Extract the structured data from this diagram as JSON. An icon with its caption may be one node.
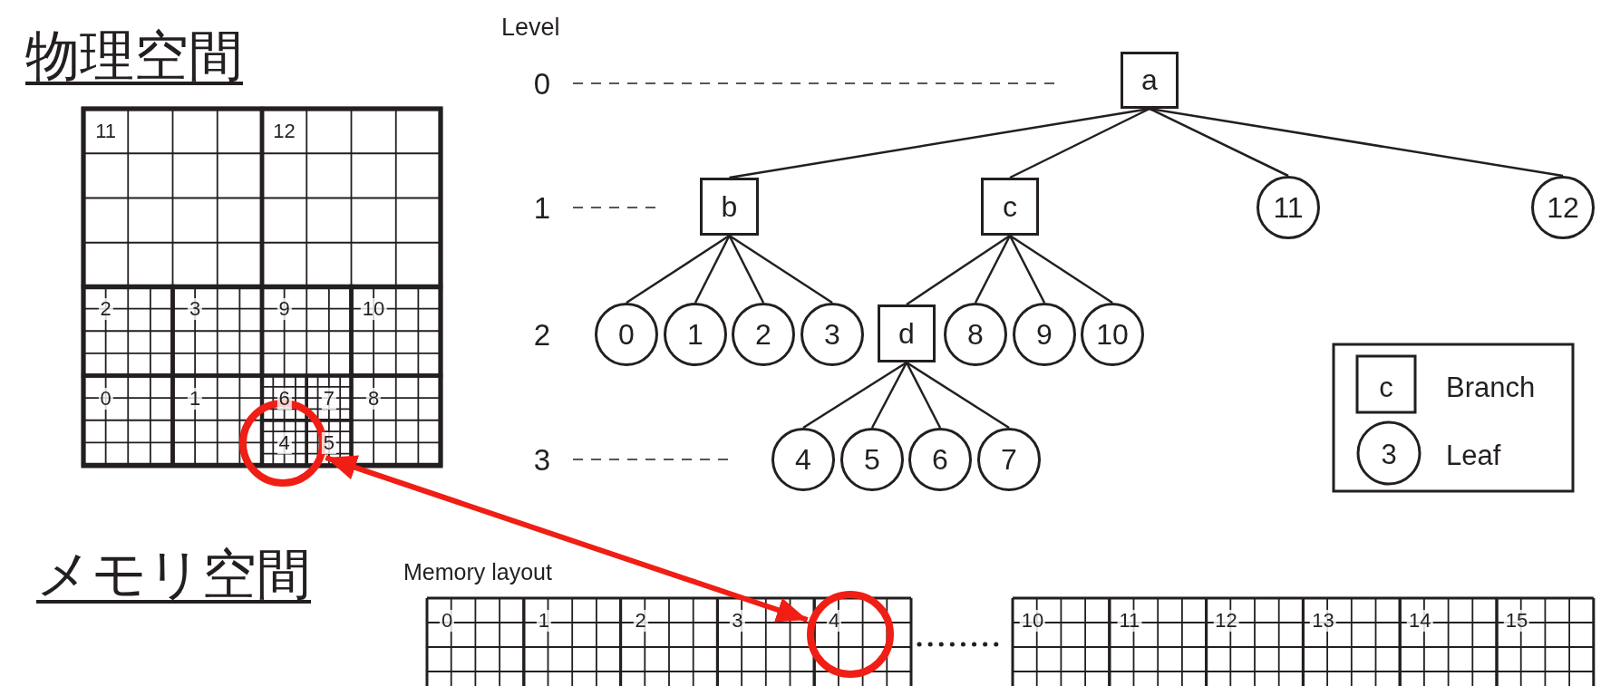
{
  "diagram": {
    "nodes": [
      {
        "text": [
          "a"
        ]
      },
      {
        "text": [
          "b"
        ]
      },
      {
        "text": [
          "c"
        ]
      },
      {
        "text": [
          "11"
        ]
      },
      {
        "text": [
          "12"
        ]
      },
      {
        "text": [
          "0"
        ]
      },
      {
        "text": [
          "1"
        ]
      },
      {
        "text": [
          "2"
        ]
      },
      {
        "text": [
          "3"
        ]
      },
      {
        "text": [
          "d"
        ]
      },
      {
        "text": [
          "8"
        ]
      },
      {
        "text": [
          "9"
        ]
      },
      {
        "text": [
          "10"
        ]
      },
      {
        "text": [
          "4"
        ]
      },
      {
        "text": [
          "5"
        ]
      },
      {
        "text": [
          "6"
        ]
      },
      {
        "text": [
          "7"
        ]
      },
      {
        "text": [],
        "shape": "circle"
      },
      {
        "text": [],
        "shape": "circle"
      }
    ],
    "edges": [
      {
        "from": 0,
        "to": 1,
        "arrow": "none"
      },
      {
        "from": 0,
        "to": 2,
        "arrow": "none"
      },
      {
        "from": 0,
        "to": 3,
        "arrow": "none"
      },
      {
        "from": 0,
        "to": 4,
        "arrow": "none"
      },
      {
        "from": 1,
        "to": 5,
        "arrow": "none"
      },
      {
        "from": 1,
        "to": 6,
        "arrow": "none"
      },
      {
        "from": 1,
        "to": 7,
        "arrow": "none"
      },
      {
        "from": 1,
        "to": 8,
        "arrow": "none"
      },
      {
        "from": 2,
        "to": 9,
        "arrow": "none"
      },
      {
        "from": 2,
        "to": 10,
        "arrow": "none"
      },
      {
        "from": 2,
        "to": 11,
        "arrow": "none"
      },
      {
        "from": 2,
        "to": 12,
        "arrow": "none"
      },
      {
        "from": 9,
        "to": 13,
        "arrow": "none"
      },
      {
        "from": 9,
        "to": 14,
        "arrow": "none"
      },
      {
        "from": 9,
        "to": 15,
        "arrow": "none"
      },
      {
        "from": 9,
        "to": 16,
        "arrow": "none"
      },
      {
        "from": 17,
        "to": 18,
        "arrow": "both",
        "style": "thick",
        "color": "#f01e14"
      }
    ],
    "labels": [
      "物理空間",
      "Level",
      "0",
      "1",
      "2",
      "3",
      "11",
      "12",
      "2",
      "3",
      "9",
      "10",
      "0",
      "1",
      "6",
      "7",
      "8",
      "4",
      "5",
      "c",
      "3",
      "メモリ空間",
      "Memory layout",
      "0",
      "1",
      "2",
      "3",
      "4",
      "10",
      "11",
      "12",
      "13",
      "14",
      "15"
    ],
    "legend": [
      {
        "text": "Branch"
      },
      {
        "text": "Leaf"
      }
    ]
  }
}
